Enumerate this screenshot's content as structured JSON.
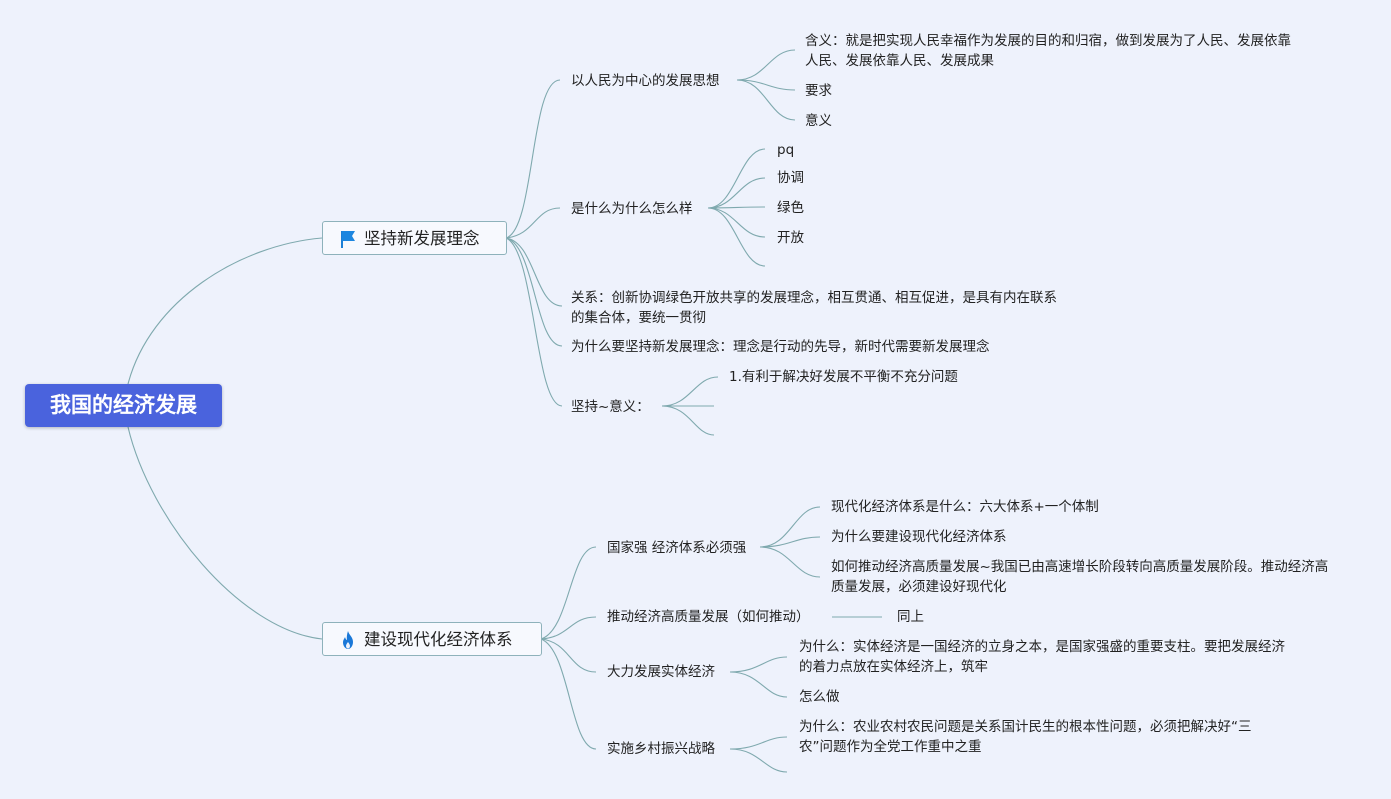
{
  "root": {
    "title": "我国的经济发展"
  },
  "branch1": {
    "title": "坚持新发展理念",
    "icon": "flag-icon",
    "people": {
      "label": "以人民为中心的发展思想",
      "meaning": "含义：就是把实现人民幸福作为发展的目的和归宿，做到发展为了人民、发展依靠人民、发展依靠人民、发展成果",
      "requirement": "要求",
      "significance": "意义"
    },
    "whatwhyhow": {
      "label": "是什么为什么怎么样",
      "items": [
        "pq",
        "协调",
        "绿色",
        "开放"
      ]
    },
    "relation": "关系：创新协调绿色开放共享的发展理念，相互贯通、相互促进，是具有内在联系的集合体，要统一贯彻",
    "why_adhere": "为什么要坚持新发展理念：理念是行动的先导，新时代需要新发展理念",
    "adhere_meaning": {
      "label": "坚持~意义：",
      "item1": "1.有利于解决好发展不平衡不充分问题"
    }
  },
  "branch2": {
    "title": "建设现代化经济体系",
    "icon": "fire-icon",
    "strong": {
      "label": "国家强 经济体系必须强",
      "what": "现代化经济体系是什么：六大体系+一个体制",
      "why": "为什么要建设现代化经济体系",
      "how": "如何推动经济高质量发展~我国已由高速增长阶段转向高质量发展阶段。推动经济高质量发展，必须建设好现代化"
    },
    "promote": {
      "label": "推动经济高质量发展（如何推动）",
      "same": "同上"
    },
    "real_economy": {
      "label": "大力发展实体经济",
      "why": "为什么：实体经济是一国经济的立身之本，是国家强盛的重要支柱。要把发展经济的着力点放在实体经济上，筑牢",
      "how": "怎么做"
    },
    "rural": {
      "label": "实施乡村振兴战略",
      "why": "为什么：农业农村农民问题是关系国计民生的根本性问题，必须把解决好“三农”问题作为全党工作重中之重"
    }
  }
}
